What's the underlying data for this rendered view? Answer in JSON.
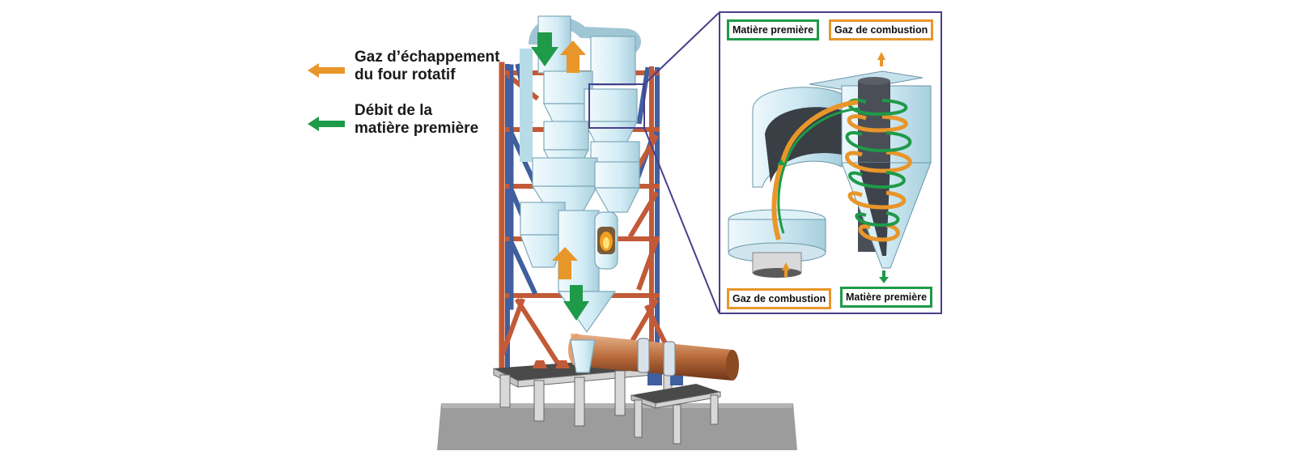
{
  "legend": {
    "exhaust_gas_line1": "Gaz d’échappement",
    "exhaust_gas_line2": "du four rotatif",
    "material_flow_line1": "Débit de la",
    "material_flow_line2": "matière première"
  },
  "callout": {
    "top_left_label": "Matière première",
    "top_right_label": "Gaz de combustion",
    "bottom_left_label": "Gaz de combustion",
    "bottom_right_label": "Matière première"
  },
  "colors": {
    "gas_flow": "#e8962a",
    "material_flow": "#1e9a48",
    "steel_red": "#c25a38",
    "steel_blue": "#3f5f9e",
    "equipment": "#d6eef6",
    "callout_border": "#4a3f8c",
    "ground": "#9a9a9a"
  },
  "icons": [
    "orange-arrow-icon",
    "green-arrow-icon",
    "flame-icon"
  ]
}
